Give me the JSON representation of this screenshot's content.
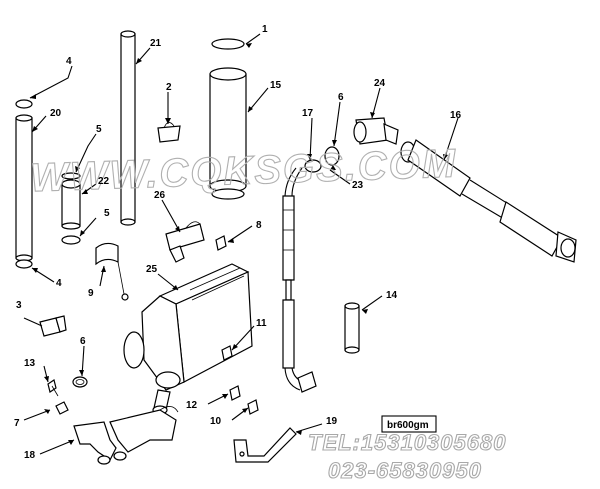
{
  "labels": [
    "1",
    "2",
    "3",
    "4",
    "5",
    "6",
    "7",
    "8",
    "9",
    "10",
    "11",
    "12",
    "13",
    "14",
    "15",
    "16",
    "17",
    "18",
    "19",
    "20",
    "21",
    "22",
    "23",
    "24",
    "25",
    "26"
  ],
  "drawing_code": "br600gm",
  "watermark": "WWW.CQKSGS.COM",
  "phone": "TEL:15310305680",
  "phone2": "023-65830950"
}
